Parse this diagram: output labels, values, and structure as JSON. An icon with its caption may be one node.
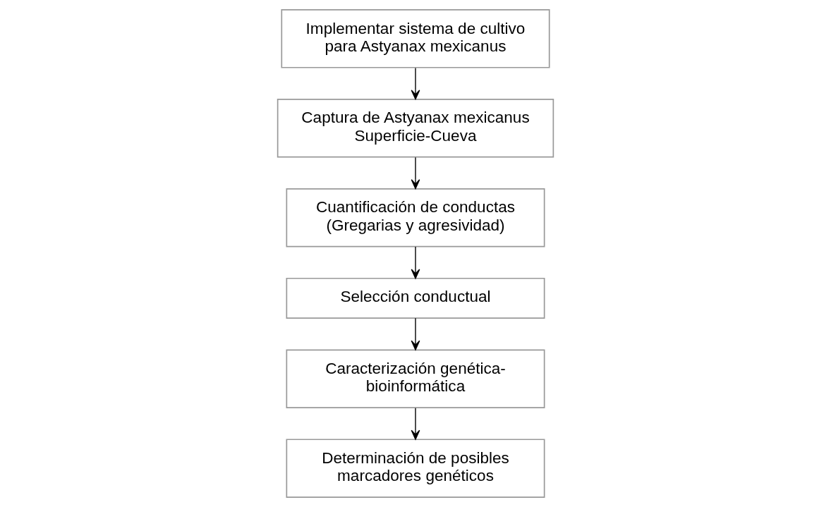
{
  "diagram": {
    "nodes": [
      {
        "text": [
          "Implementar sistema de cultivo para Astyanax mexicanus"
        ]
      },
      {
        "text": [
          "Captura de Astyanax mexicanus Superficie-Cueva"
        ]
      },
      {
        "text": [
          "Cuantificación de conductas (Gregarias y agresividad)"
        ]
      },
      {
        "text": [
          "Selección conductual"
        ]
      },
      {
        "text": [
          "Caracterización genética-bioinformática"
        ]
      },
      {
        "text": [
          "Determinación de posibles marcadores genéticos"
        ]
      }
    ],
    "edges": [
      {
        "from": 0,
        "to": 1,
        "arrow": "to"
      },
      {
        "from": 1,
        "to": 2,
        "arrow": "to"
      },
      {
        "from": 2,
        "to": 3,
        "arrow": "to"
      },
      {
        "from": 3,
        "to": 4,
        "arrow": "to"
      },
      {
        "from": 4,
        "to": 5,
        "arrow": "to"
      }
    ]
  }
}
